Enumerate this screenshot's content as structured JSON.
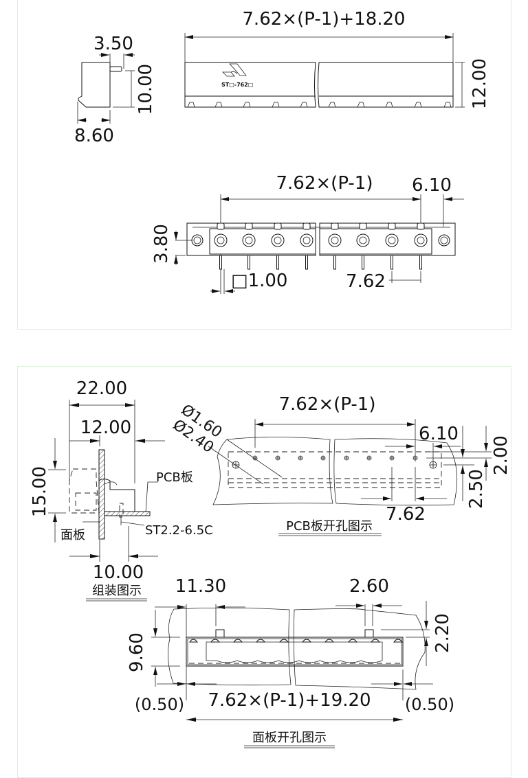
{
  "top_panel": {
    "side_view": {
      "dim_pin_length": "3.50",
      "dim_height": "10.00",
      "dim_depth": "8.60"
    },
    "front_view": {
      "dim_total_length": "7.62×(P-1)+18.20",
      "dim_height": "12.00",
      "logo_text": "ST□-762□"
    },
    "bottom_view": {
      "dim_pitch_span": "7.62×(P-1)",
      "dim_end_offset": "6.10",
      "dim_hole_offset": "3.80",
      "dim_pin_square": "□1.00",
      "dim_pitch": "7.62"
    }
  },
  "bottom_panel": {
    "assembly": {
      "dim_total_depth": "22.00",
      "dim_inner_depth": "12.00",
      "dim_height": "15.00",
      "dim_bottom": "10.00",
      "label_pcb": "PCB板",
      "label_panel": "面板",
      "label_screw": "ST2.2-6.5C",
      "caption": "组装图示"
    },
    "pcb_layout": {
      "dim_hole_small": "Ø1.60",
      "dim_hole_large": "Ø2.40",
      "dim_pitch_span": "7.62×(P-1)",
      "dim_end_offset": "6.10",
      "dim_row_offset_a": "2.00",
      "dim_row_offset_b": "2.50",
      "dim_pitch": "7.62",
      "caption": "PCB板开孔图示"
    },
    "panel_cutout": {
      "dim_left_offset": "11.30",
      "dim_right_tab": "2.60",
      "dim_height": "9.60",
      "dim_tab_height": "2.20",
      "dim_clearance_left": "(0.50)",
      "dim_clearance_right": "(0.50)",
      "dim_total_length": "7.62×(P-1)+19.20",
      "caption": "面板开孔图示"
    }
  }
}
